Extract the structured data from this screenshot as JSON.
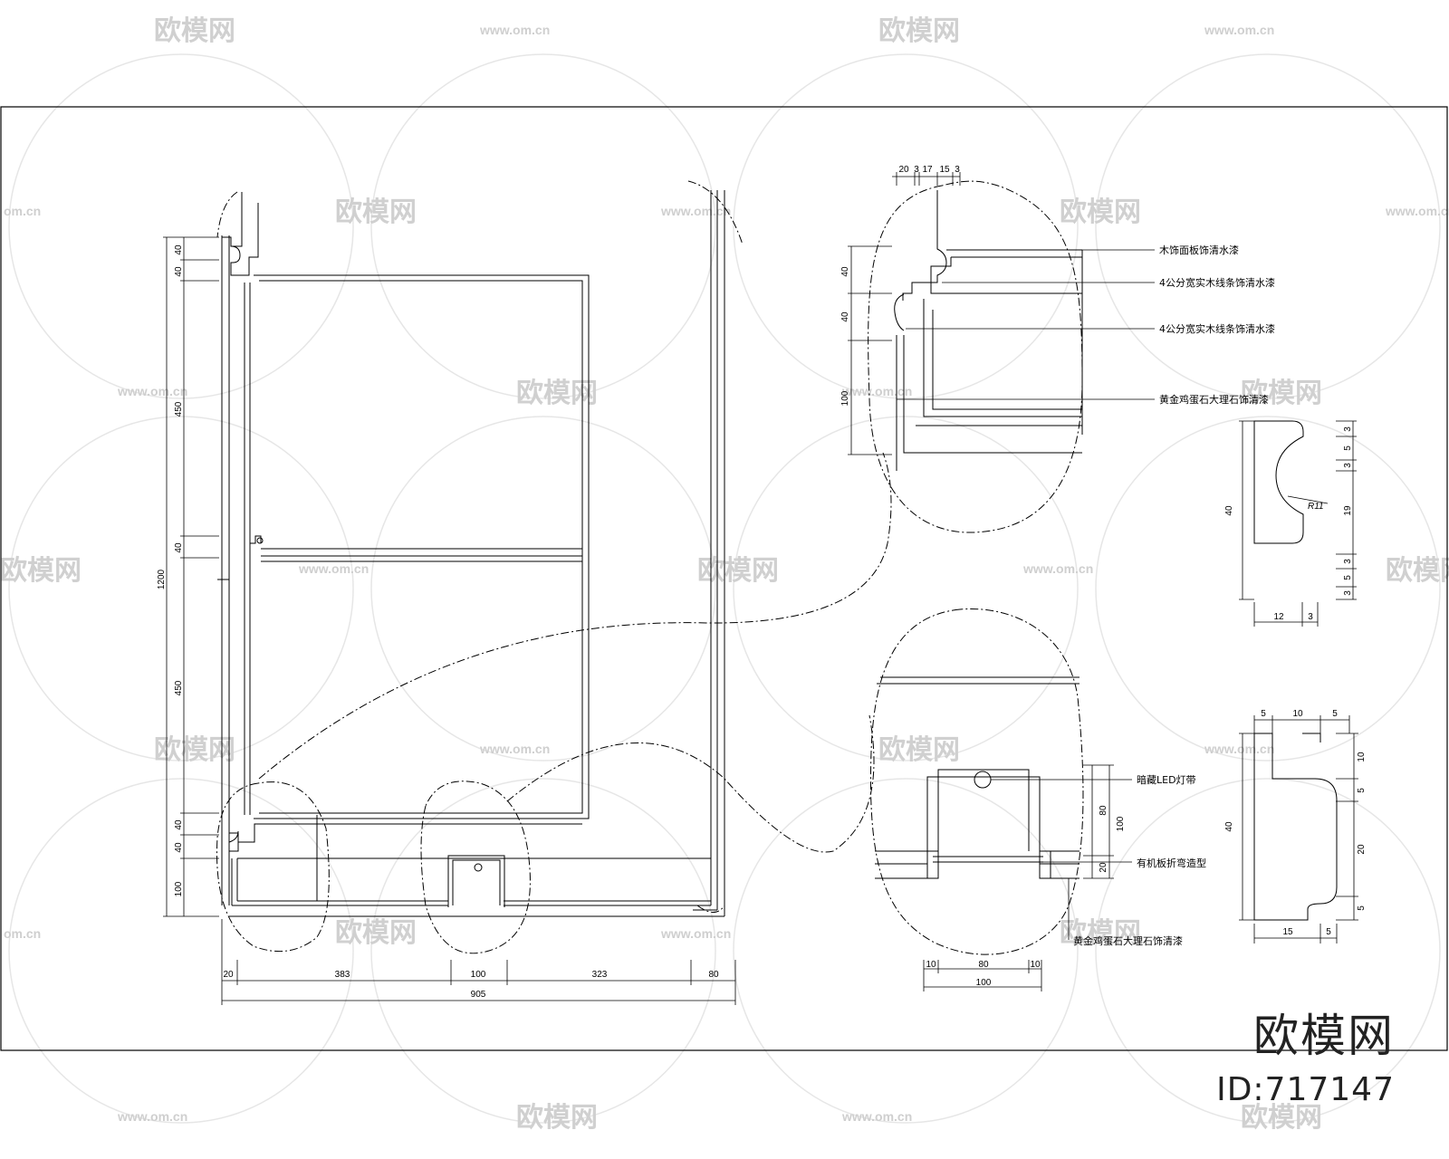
{
  "watermark": {
    "brand_text": "欧模网",
    "url_text": "www.om.cn",
    "url_short": "om.cn"
  },
  "main_elevation": {
    "left_dims": [
      "40",
      "40",
      "450",
      "40",
      "450",
      "40",
      "40",
      "100"
    ],
    "overall_height": "1200",
    "bottom_dims": [
      "20",
      "383",
      "100",
      "323",
      "80"
    ],
    "overall_width": "905"
  },
  "detail_top": {
    "top_dims": [
      "20",
      "3",
      "17",
      "15",
      "3"
    ],
    "left_dims": [
      "40",
      "40",
      "100"
    ],
    "callouts": [
      "木饰面板饰清水漆",
      "4公分宽实木线条饰清水漆",
      "4公分宽实木线条饰清水漆",
      "黄金鸡蛋石大理石饰清漆"
    ]
  },
  "profile_1": {
    "height": "40",
    "radius": "R11",
    "right_dims": [
      "3",
      "5",
      "3",
      "19",
      "3",
      "5",
      "3"
    ],
    "bottom_dims": [
      "12",
      "3"
    ]
  },
  "detail_bottom": {
    "callouts": [
      "暗藏LED灯带",
      "有机板折弯造型",
      "黄金鸡蛋石大理石饰清漆"
    ],
    "right_dims": [
      "80",
      "100",
      "20"
    ],
    "bottom_dims": [
      "10",
      "80",
      "10"
    ],
    "overall_width": "100"
  },
  "profile_2": {
    "top_dims": [
      "5",
      "10",
      "5"
    ],
    "height": "40",
    "right_dims": [
      "10",
      "5",
      "20",
      "5"
    ],
    "bottom_dims": [
      "15",
      "5"
    ]
  },
  "brand": {
    "name": "欧模网",
    "id": "ID:717147"
  }
}
